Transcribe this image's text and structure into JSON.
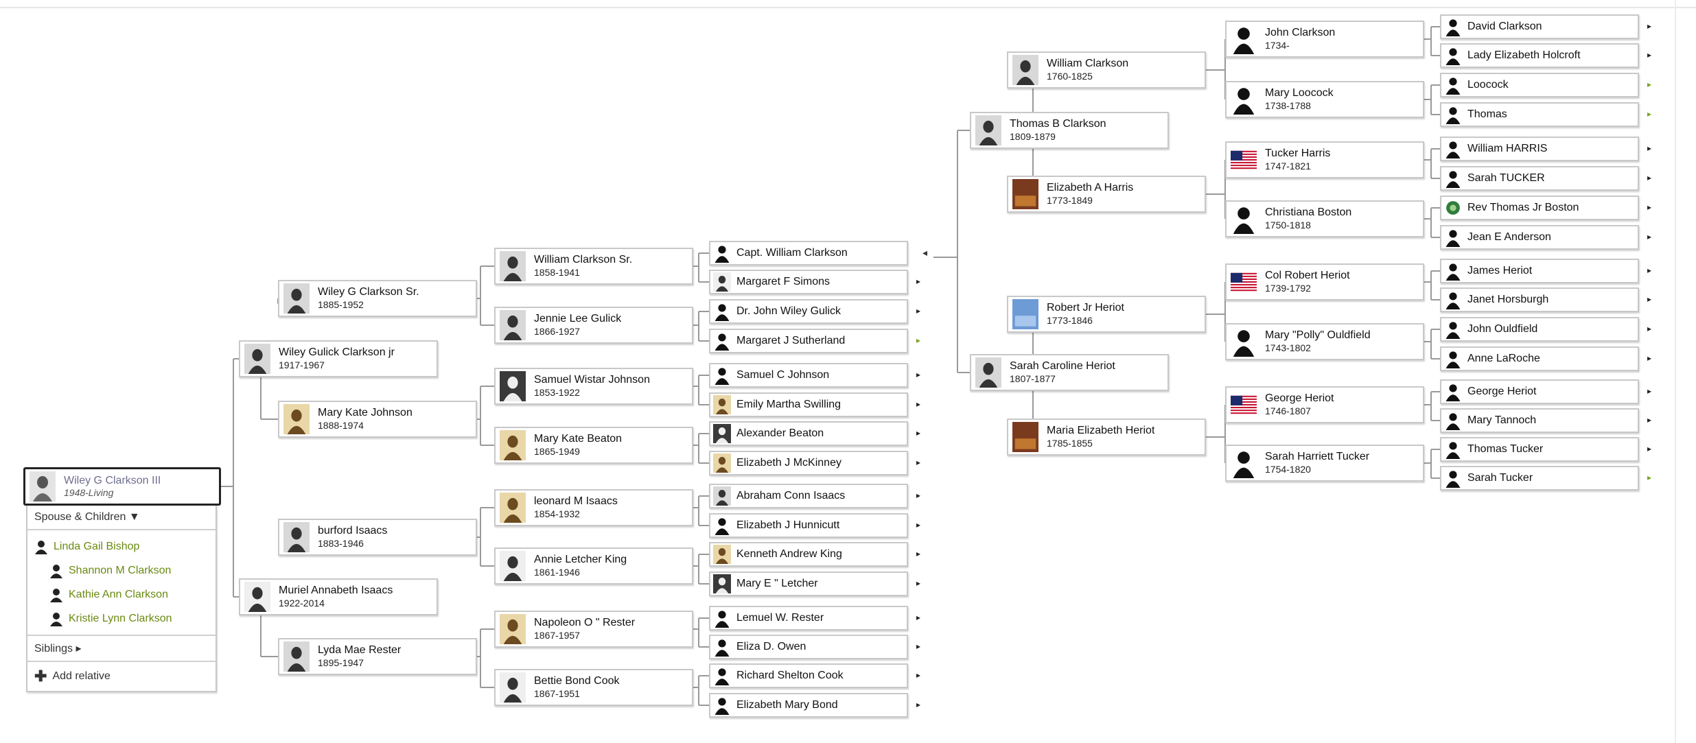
{
  "root": {
    "name": "Wiley G Clarkson III",
    "dates": "1948-Living"
  },
  "panel": {
    "spouse_header": "Spouse & Children ▼",
    "spouse": "Linda Gail Bishop",
    "children": [
      "Shannon M Clarkson",
      "Kathie Ann Clarkson",
      "Kristie Lynn Clarkson"
    ],
    "siblings_label": "Siblings ▸",
    "add_relative_label": "Add relative"
  },
  "people": [
    {
      "id": "p1",
      "name": "Wiley G Clarkson Sr.",
      "dates": "1885-1952",
      "photo": "portrait"
    },
    {
      "id": "p2",
      "name": "Wiley Gulick Clarkson jr",
      "dates": "1917-1967",
      "photo": "portrait"
    },
    {
      "id": "p3",
      "name": "Mary Kate Johnson",
      "dates": "1888-1974",
      "photo": "sepia"
    },
    {
      "id": "p4",
      "name": "burford Isaacs",
      "dates": "1883-1946",
      "photo": "portrait"
    },
    {
      "id": "p5",
      "name": "Muriel Annabeth Isaacs",
      "dates": "1922-2014",
      "photo": "light"
    },
    {
      "id": "p6",
      "name": "Lyda Mae Rester",
      "dates": "1895-1947",
      "photo": "portrait"
    },
    {
      "id": "p7",
      "name": "William Clarkson Sr.",
      "dates": "1858-1941",
      "photo": "portrait"
    },
    {
      "id": "p8",
      "name": "Jennie Lee Gulick",
      "dates": "1866-1927",
      "photo": "portrait"
    },
    {
      "id": "p9",
      "name": "Samuel Wistar Johnson",
      "dates": "1853-1922",
      "photo": "dark"
    },
    {
      "id": "p10",
      "name": "Mary Kate Beaton",
      "dates": "1865-1949",
      "photo": "sepia"
    },
    {
      "id": "p11",
      "name": "leonard M Isaacs",
      "dates": "1854-1932",
      "photo": "sepia"
    },
    {
      "id": "p12",
      "name": "Annie Letcher King",
      "dates": "1861-1946",
      "photo": "light"
    },
    {
      "id": "p13",
      "name": "Napoleon O \" Rester",
      "dates": "1867-1957",
      "photo": "sepia"
    },
    {
      "id": "p14",
      "name": "Bettie Bond Cook",
      "dates": "1867-1951",
      "photo": "light"
    },
    {
      "id": "p15",
      "name": "Thomas B Clarkson",
      "dates": "1809-1879",
      "photo": "portrait"
    },
    {
      "id": "p16",
      "name": "Sarah Caroline Heriot",
      "dates": "1807-1877",
      "photo": "portrait"
    },
    {
      "id": "p17",
      "name": "William Clarkson",
      "dates": "1760-1825",
      "photo": "portrait"
    },
    {
      "id": "p18",
      "name": "Elizabeth A Harris",
      "dates": "1773-1849",
      "photo": "painting"
    },
    {
      "id": "p19",
      "name": "Robert Jr Heriot",
      "dates": "1773-1846",
      "photo": "blue"
    },
    {
      "id": "p20",
      "name": "Maria Elizabeth Heriot",
      "dates": "1785-1855",
      "photo": "painting"
    },
    {
      "id": "p21",
      "name": "John Clarkson",
      "dates": "1734-",
      "photo": "silhouette"
    },
    {
      "id": "p22",
      "name": "Mary Loocock",
      "dates": "1738-1788",
      "photo": "silhouette"
    },
    {
      "id": "p23",
      "name": "Tucker Harris",
      "dates": "1747-1821",
      "photo": "flag"
    },
    {
      "id": "p24",
      "name": "Christiana Boston",
      "dates": "1750-1818",
      "photo": "silhouette"
    },
    {
      "id": "p25",
      "name": "Col Robert Heriot",
      "dates": "1739-1792",
      "photo": "flag"
    },
    {
      "id": "p26",
      "name": "Mary \"Polly\" Ouldfield",
      "dates": "1743-1802",
      "photo": "silhouette"
    },
    {
      "id": "p27",
      "name": "George Heriot",
      "dates": "1746-1807",
      "photo": "flag"
    },
    {
      "id": "p28",
      "name": "Sarah Harriett Tucker",
      "dates": "1754-1820",
      "photo": "silhouette"
    }
  ],
  "small_people": [
    {
      "id": "s1",
      "name": "Capt. William Clarkson",
      "photo": "silhouette",
      "arrow": ""
    },
    {
      "id": "s2",
      "name": "Margaret F Simons",
      "photo": "light",
      "arrow": "▸"
    },
    {
      "id": "s3",
      "name": "Dr. John Wiley Gulick",
      "photo": "silhouette",
      "arrow": "▸"
    },
    {
      "id": "s4",
      "name": "Margaret J Sutherland",
      "photo": "silhouette",
      "arrow": "▸"
    },
    {
      "id": "s5",
      "name": "Samuel C Johnson",
      "photo": "silhouette",
      "arrow": "▸"
    },
    {
      "id": "s6",
      "name": "Emily Martha Swilling",
      "photo": "sepia",
      "arrow": "▸"
    },
    {
      "id": "s7",
      "name": "Alexander Beaton",
      "photo": "dark",
      "arrow": "▸"
    },
    {
      "id": "s8",
      "name": "Elizabeth J McKinney",
      "photo": "sepia",
      "arrow": "▸"
    },
    {
      "id": "s9",
      "name": "Abraham Conn Isaacs",
      "photo": "portrait",
      "arrow": "▸"
    },
    {
      "id": "s10",
      "name": "Elizabeth J Hunnicutt",
      "photo": "silhouette",
      "arrow": "▸"
    },
    {
      "id": "s11",
      "name": "Kenneth Andrew King",
      "photo": "sepia",
      "arrow": "▸"
    },
    {
      "id": "s12",
      "name": "Mary E \" Letcher",
      "photo": "dark",
      "arrow": "▸"
    },
    {
      "id": "s13",
      "name": "Lemuel W. Rester",
      "photo": "silhouette",
      "arrow": "▸"
    },
    {
      "id": "s14",
      "name": "Eliza D. Owen",
      "photo": "silhouette",
      "arrow": "▸"
    },
    {
      "id": "s15",
      "name": "Richard Shelton Cook",
      "photo": "silhouette",
      "arrow": "▸"
    },
    {
      "id": "s16",
      "name": "Elizabeth Mary Bond",
      "photo": "silhouette",
      "arrow": "▸"
    },
    {
      "id": "s17",
      "name": "David Clarkson",
      "photo": "silhouette",
      "arrow": "▸"
    },
    {
      "id": "s18",
      "name": "Lady Elizabeth Holcroft",
      "photo": "silhouette",
      "arrow": "▸"
    },
    {
      "id": "s19",
      "name": "Loocock",
      "photo": "silhouette",
      "arrow": "▸"
    },
    {
      "id": "s20",
      "name": "Thomas",
      "photo": "silhouette",
      "arrow": "▸"
    },
    {
      "id": "s21",
      "name": "William HARRIS",
      "photo": "silhouette",
      "arrow": "▸"
    },
    {
      "id": "s22",
      "name": "Sarah TUCKER",
      "photo": "silhouette",
      "arrow": "▸"
    },
    {
      "id": "s23",
      "name": "Rev Thomas Jr Boston",
      "photo": "crest",
      "arrow": "▸"
    },
    {
      "id": "s24",
      "name": "Jean E Anderson",
      "photo": "silhouette",
      "arrow": "▸"
    },
    {
      "id": "s25",
      "name": "James Heriot",
      "photo": "silhouette",
      "arrow": "▸"
    },
    {
      "id": "s26",
      "name": "Janet Horsburgh",
      "photo": "silhouette",
      "arrow": "▸"
    },
    {
      "id": "s27",
      "name": "John Ouldfield",
      "photo": "silhouette",
      "arrow": "▸"
    },
    {
      "id": "s28",
      "name": "Anne LaRoche",
      "photo": "silhouette",
      "arrow": "▸"
    },
    {
      "id": "s29",
      "name": "George Heriot",
      "photo": "silhouette",
      "arrow": "▸"
    },
    {
      "id": "s30",
      "name": "Mary Tannoch",
      "photo": "silhouette",
      "arrow": "▸"
    },
    {
      "id": "s31",
      "name": "Thomas Tucker",
      "photo": "silhouette",
      "arrow": "▸"
    },
    {
      "id": "s32",
      "name": "Sarah Tucker",
      "photo": "silhouette",
      "arrow": "▸"
    }
  ],
  "colors": {
    "link_green": "#6a8a12",
    "arrow_green": "#7aa321",
    "card_border": "#c8c8c8",
    "line": "#999999"
  }
}
